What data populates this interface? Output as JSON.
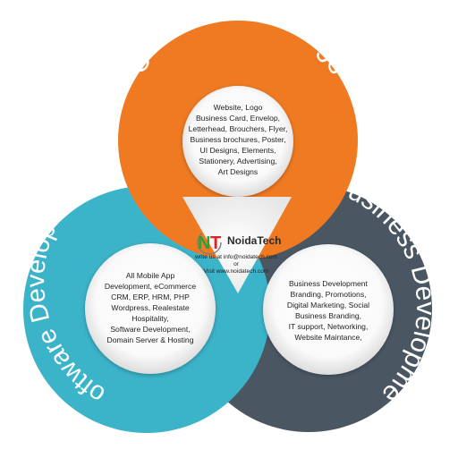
{
  "colors": {
    "orange": "#F07A22",
    "teal": "#3BB3C9",
    "slate": "#4A5763",
    "logo_green": "#2E9E3E",
    "logo_red": "#D9262B"
  },
  "sections": {
    "creative": {
      "title": "Creative Designings",
      "lines": [
        "Website, Logo",
        "Business Card, Envelop,",
        "Letterhead, Brouchers, Flyer,",
        "Business brochures, Poster,",
        "UI Designs, Elements,",
        "Stationery,  Advertising,",
        "Art Designs"
      ]
    },
    "software": {
      "title": "Software Development",
      "lines": [
        "All Mobile App",
        "Development, eCommerce",
        "CRM, ERP, HRM, PHP",
        "Wordpress, Realestate",
        "Hospitality,",
        "Software Development,",
        "Domain Server & Hosting"
      ]
    },
    "business": {
      "title": "Business Development",
      "lines": [
        "Business Development",
        "Branding, Promotions,",
        "Digital Marketing, Social",
        "Business Branding,",
        "IT support, Networking,",
        "Website Maintance,"
      ]
    }
  },
  "center": {
    "logo_n": "N",
    "logo_t": "T",
    "brand": "NoidaTech",
    "contact_lines": [
      "write us at info@noidatech.com",
      "or",
      "Visit www.noidatech.com"
    ]
  }
}
